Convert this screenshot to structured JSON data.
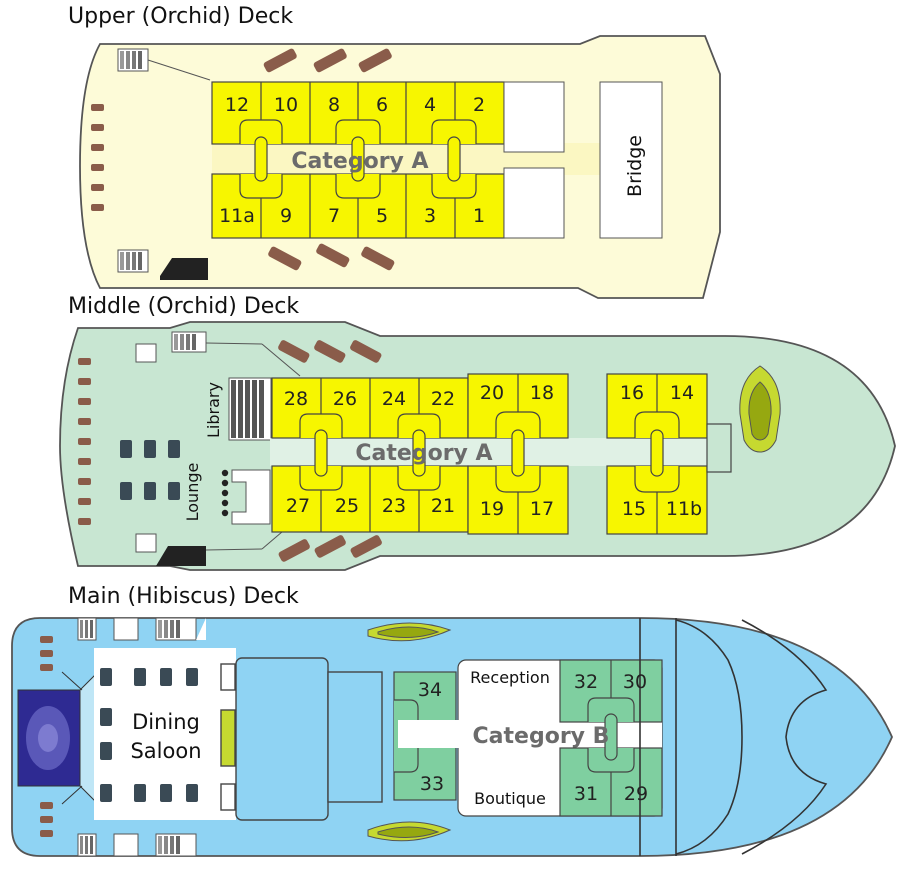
{
  "decks": [
    {
      "title": "Upper (Orchid) Deck",
      "category": "Category A",
      "bridge": "Bridge",
      "cabins_top": [
        "12",
        "10",
        "8",
        "6",
        "4",
        "2"
      ],
      "cabins_bottom": [
        "11a",
        "9",
        "7",
        "5",
        "3",
        "1"
      ],
      "colors": {
        "hull": "#fdfbd8",
        "cabin": "#f7f600"
      }
    },
    {
      "title": "Middle (Orchid) Deck",
      "category": "Category A",
      "library": "Library",
      "lounge": "Lounge",
      "cabins_top": [
        "28",
        "26",
        "24",
        "22",
        "20",
        "18",
        "16",
        "14"
      ],
      "cabins_bottom": [
        "27",
        "25",
        "23",
        "21",
        "19",
        "17",
        "15",
        "11b"
      ],
      "colors": {
        "hull": "#c8e6d2",
        "cabin": "#f7f600"
      }
    },
    {
      "title": "Main (Hibiscus) Deck",
      "category": "Category B",
      "reception": "Reception",
      "boutique": "Boutique",
      "dining_line1": "Dining",
      "dining_line2": "Saloon",
      "cabins": [
        "34",
        "33",
        "32",
        "30",
        "31",
        "29"
      ],
      "colors": {
        "hull": "#8fd3f3",
        "cabin": "#7fcfa0"
      }
    }
  ]
}
